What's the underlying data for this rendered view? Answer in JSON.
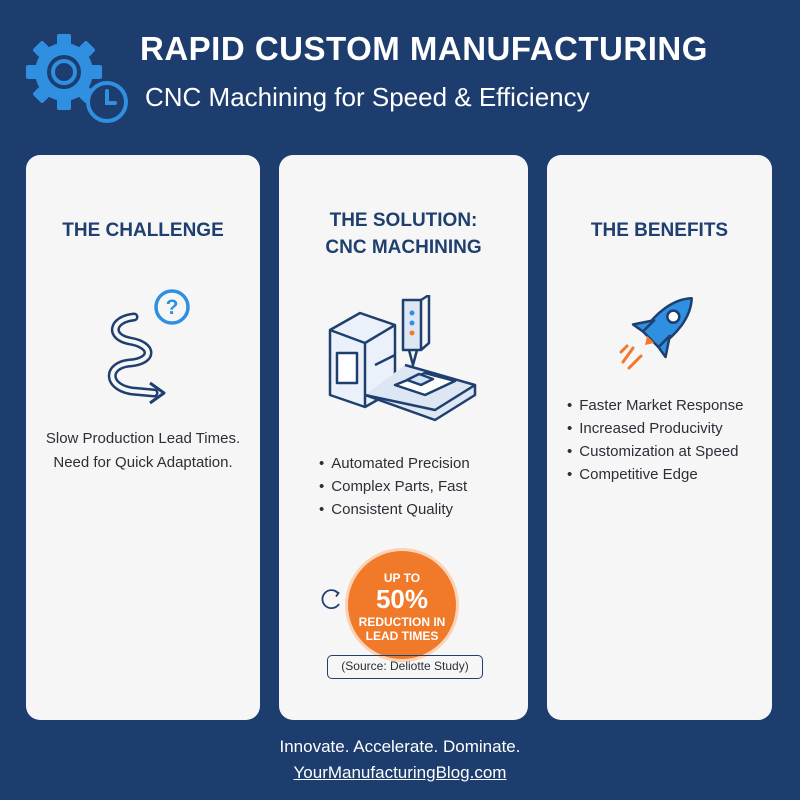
{
  "header": {
    "title": "RAPID CUSTOM MANUFACTURING",
    "subtitle": "CNC Machining for Speed & Efficiency",
    "icon": "gear-clock-icon"
  },
  "cards": [
    {
      "title_lines": [
        "THE CHALLENGE"
      ],
      "icon": "winding-path-question-icon",
      "text_lines": [
        "Slow Production Lead Times.",
        "Need for Quick Adaptation."
      ]
    },
    {
      "title_lines": [
        "THE SOLUTION:",
        "CNC MACHINING"
      ],
      "icon": "cnc-machine-icon",
      "bullets": [
        "Automated Precision",
        "Complex Parts, Fast",
        "Consistent Quality"
      ],
      "badge": {
        "top": "UP TO",
        "percent": "50%",
        "bottom": "REDUCTION IN LEAD TIMES"
      },
      "source": "(Source: Deliotte Study)"
    },
    {
      "title_lines": [
        "THE BENEFITS"
      ],
      "icon": "rocket-icon",
      "bullets": [
        "Faster Market Response",
        "Increased Producivity",
        "Customization at Speed",
        "Competitive Edge"
      ]
    }
  ],
  "footer": {
    "tagline": "Innovate. Accelerate. Dominate.",
    "link": "YourManufacturingBlog.com"
  },
  "colors": {
    "background": "#1c3d6e",
    "card": "#f6f6f7",
    "heading": "#1f3f6f",
    "accent_blue": "#2f8fe0",
    "accent_orange": "#f07a2a"
  }
}
